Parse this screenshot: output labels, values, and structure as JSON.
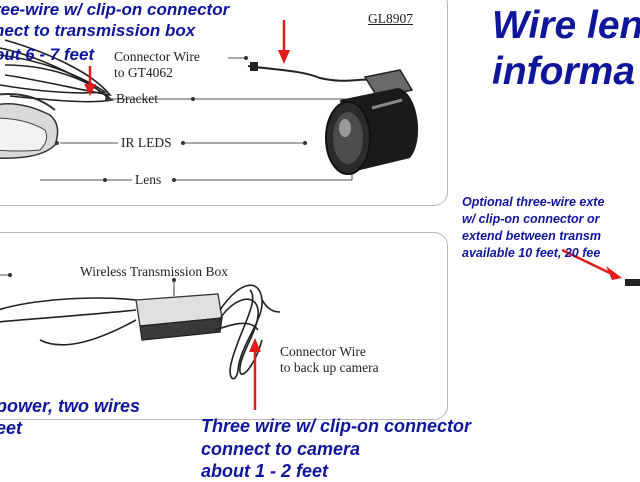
{
  "title": {
    "line1": "Wire len",
    "line2": "informa"
  },
  "top_panel": {
    "caption": [
      "ree-wire w/ clip-on connector",
      "nect to transmission box",
      "out 6 - 7 feet"
    ],
    "model": "GL8907",
    "labels": {
      "connector_wire": [
        "Connector Wire",
        "to GT4062"
      ],
      "bracket": "Bracket",
      "ir_leds": "IR LEDS",
      "lens": "Lens"
    }
  },
  "bottom_panel": {
    "transmission_box_label": "Wireless Transmission Box",
    "connector_wire": [
      "Connector Wire",
      "to back up camera"
    ],
    "power_caption": [
      "power, two wires",
      "eet"
    ],
    "camera_caption": [
      "Three wire w/ clip-on connector",
      "connect to camera",
      "about 1 - 2 feet"
    ]
  },
  "extension_note": [
    "Optional three-wire exte",
    "w/ clip-on connector or",
    "extend between transm",
    "available 10 feet, 20 fee"
  ],
  "colors": {
    "annotation_blue": "#10169a",
    "arrow_red": "#e31b1b",
    "label_text": "#222222"
  }
}
